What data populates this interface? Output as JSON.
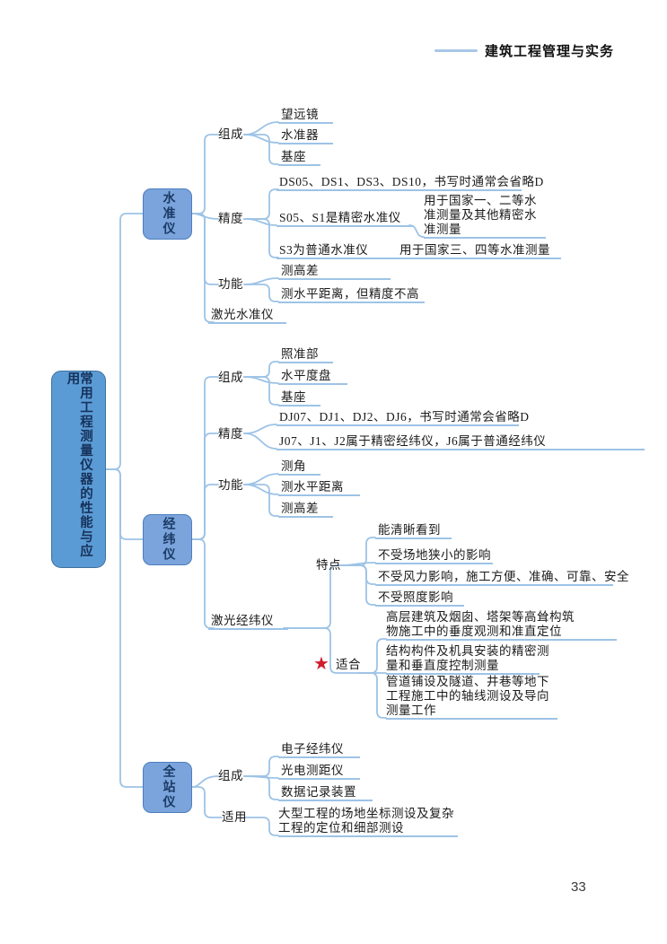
{
  "page": {
    "header_title": "建筑工程管理与实务",
    "page_number": "33"
  },
  "colors": {
    "root_fill": "#5b9bd5",
    "branch_fill": "#7aa4db",
    "node_border": "#41719c",
    "connector": "#9dc3e6",
    "star": "#cf1d2e",
    "text": "#1a1a1a",
    "node_text": "#1b3a66"
  },
  "icons": {
    "star": "★"
  },
  "root_label": "常用工程测量仪器的性能与应用",
  "level": {
    "label": "水准仪",
    "composition": {
      "label": "组成",
      "items": [
        "望远镜",
        "水准器",
        "基座"
      ]
    },
    "precision": {
      "label": "精度",
      "note": "DS05、DS1、DS3、DS10，书写时通常会省略D",
      "s05": "S05、S1是精密水准仪",
      "s05_use": "用于国家一、二等水准测量及其他精密水准测量",
      "s3": "S3为普通水准仪",
      "s3_use": "用于国家三、四等水准测量"
    },
    "function": {
      "label": "功能",
      "items": [
        "测高差",
        "测水平距离，但精度不高"
      ]
    },
    "laser": "激光水准仪"
  },
  "theodolite": {
    "label": "经纬仪",
    "composition": {
      "label": "组成",
      "items": [
        "照准部",
        "水平度盘",
        "基座"
      ]
    },
    "precision": {
      "label": "精度",
      "items": [
        "DJ07、DJ1、DJ2、DJ6，书写时通常会省略D",
        "J07、J1、J2属于精密经纬仪，J6属于普通经纬仪"
      ]
    },
    "function": {
      "label": "功能",
      "items": [
        "测角",
        "测水平距离",
        "测高差"
      ]
    },
    "laser": {
      "label": "激光经纬仪",
      "features": {
        "label": "特点",
        "items": [
          "能清晰看到",
          "不受场地狭小的影响",
          "不受风力影响，施工方便、准确、可靠、安全",
          "不受照度影响"
        ]
      },
      "suitable": {
        "label": "适合",
        "items": [
          "高层建筑及烟囱、塔架等高耸构筑物施工中的垂度观测和准直定位",
          "结构构件及机具安装的精密测量和垂直度控制测量",
          "管道铺设及隧道、井巷等地下工程施工中的轴线测设及导向测量工作"
        ]
      }
    }
  },
  "total_station": {
    "label": "全站仪",
    "composition": {
      "label": "组成",
      "items": [
        "电子经纬仪",
        "光电测距仪",
        "数据记录装置"
      ]
    },
    "application": {
      "label": "适用",
      "item": "大型工程的场地坐标测设及复杂工程的定位和细部测设"
    }
  }
}
